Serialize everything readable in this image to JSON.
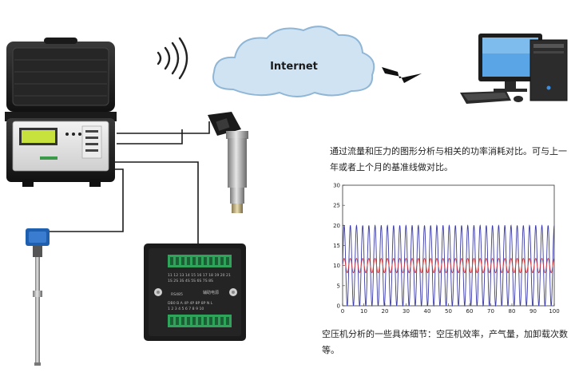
{
  "cloud": {
    "label": "Internet"
  },
  "captions": {
    "analysis": "通过流量和压力的图形分析与相关的功率消耗对比。可与上一年或者上个月的基准线做对比。",
    "details": "空压机分析的一些具体细节：空压机效率，产气量，加卸载次数等。"
  },
  "terminal_block": {
    "top_numbers": "11 12 13 14 15 16 17 18 19 20 21",
    "top_codes": "1S 2S 3S 4S 5S 6S 7S 8S",
    "port_label": "RS485",
    "module_title": "辅助电源",
    "bottom_codes": "DB0 B A 4P 4P 8P 8P   N L",
    "bottom_numbers": "1 2 3 4 5 6 7 8 9 10"
  },
  "chart_data": {
    "type": "line",
    "xlim": [
      0,
      100
    ],
    "ylim": [
      0,
      30
    ],
    "xticks": [
      0,
      10,
      20,
      30,
      40,
      50,
      60,
      70,
      80,
      90,
      100
    ],
    "yticks": [
      0,
      5,
      10,
      15,
      20,
      25,
      30
    ],
    "series": [
      {
        "color": "#3a3aa8",
        "form": "sine",
        "center": 10,
        "amplitude": 10,
        "period": 2.92,
        "phase": 0
      },
      {
        "color": "#d63a3a",
        "form": "sine",
        "center": 10,
        "amplitude": 1.8,
        "period": 2.92,
        "phase": 0
      }
    ]
  },
  "colors": {
    "cloud_fill": "#cfe3f3",
    "cloud_stroke": "#90b6d6",
    "lcd_screen": "#c7e23c",
    "terminal_green": "#2fa35a",
    "sensor_blue": "#1f5fb0"
  }
}
